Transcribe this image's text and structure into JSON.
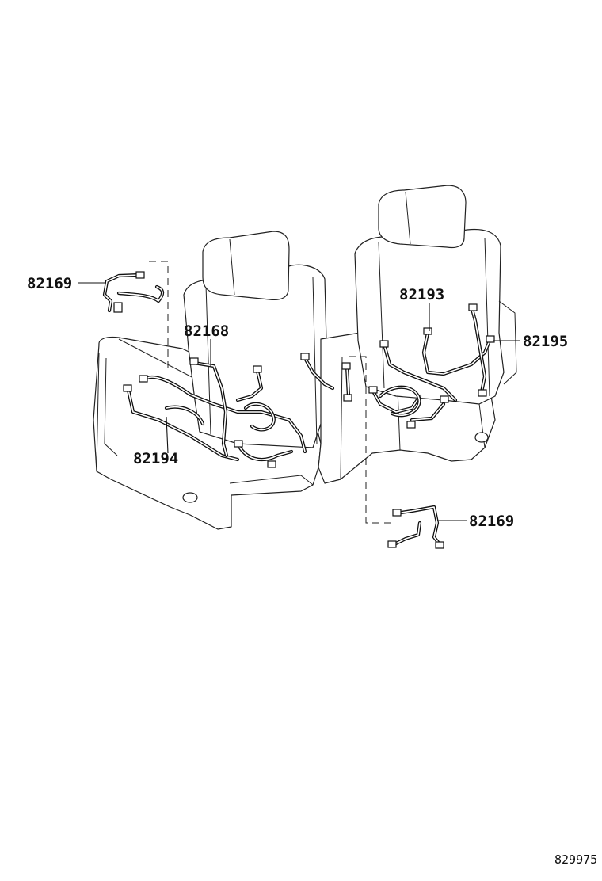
{
  "diagram": {
    "labels": {
      "p82169_left": "82169",
      "p82168": "82168",
      "p82194": "82194",
      "p82193": "82193",
      "p82195": "82195",
      "p82169_right": "82169"
    },
    "reference_number": "829975"
  },
  "icons": {
    "seat_left": "rear-seat-left-icon",
    "seat_right": "rear-seat-right-icon",
    "harness": "wire-harness-icon"
  },
  "colors": {
    "line": "#222222",
    "background": "#ffffff"
  }
}
